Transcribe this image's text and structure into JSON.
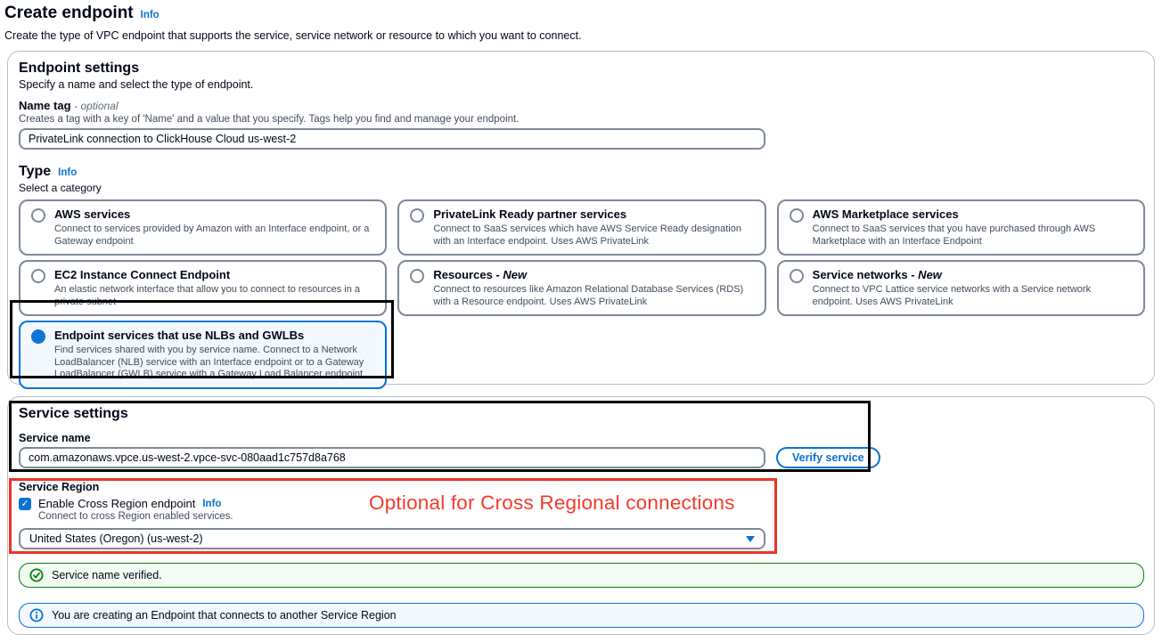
{
  "page": {
    "title": "Create endpoint",
    "info_label": "Info",
    "description": "Create the type of VPC endpoint that supports the service, service network or resource to which you want to connect."
  },
  "endpoint_settings": {
    "title": "Endpoint settings",
    "subtitle": "Specify a name and select the type of endpoint.",
    "name_tag": {
      "label": "Name tag",
      "optional_suffix": "- optional",
      "help": "Creates a tag with a key of 'Name' and a value that you specify. Tags help you find and manage your endpoint.",
      "value": "PrivateLink connection to ClickHouse Cloud us-west-2"
    },
    "type": {
      "label": "Type",
      "info_label": "Info",
      "subtitle": "Select a category",
      "options": [
        {
          "title": "AWS services",
          "description": "Connect to services provided by Amazon with an Interface endpoint, or a Gateway endpoint",
          "selected": false
        },
        {
          "title": "PrivateLink Ready partner services",
          "description": "Connect to SaaS services which have AWS Service Ready designation with an Interface endpoint. Uses AWS PrivateLink",
          "selected": false
        },
        {
          "title": "AWS Marketplace services",
          "description": "Connect to SaaS services that you have purchased through AWS Marketplace with an Interface Endpoint",
          "selected": false
        },
        {
          "title": "EC2 Instance Connect Endpoint",
          "description": "An elastic network interface that allow you to connect to resources in a private subnet",
          "selected": false
        },
        {
          "title": "Resources",
          "suffix": "- New",
          "description": "Connect to resources like Amazon Relational Database Services (RDS) with a Resource endpoint. Uses AWS PrivateLink",
          "selected": false
        },
        {
          "title": "Service networks",
          "suffix": "- New",
          "description": "Connect to VPC Lattice service networks with a Service network endpoint. Uses AWS PrivateLink",
          "selected": false
        },
        {
          "title": "Endpoint services that use NLBs and GWLBs",
          "description": "Find services shared with you by service name. Connect to a Network LoadBalancer (NLB) service with an Interface endpoint or to a Gateway LoadBalancer (GWLB) service with a Gateway Load Balancer endpoint",
          "selected": true
        }
      ]
    }
  },
  "service_settings": {
    "title": "Service settings",
    "service_name": {
      "label": "Service name",
      "value": "com.amazonaws.vpce.us-west-2.vpce-svc-080aad1c757d8a768",
      "verify_button_label": "Verify service"
    },
    "service_region": {
      "label": "Service Region",
      "checkbox_label": "Enable Cross Region endpoint",
      "info_label": "Info",
      "checkbox_checked": true,
      "help": "Connect to cross Region enabled services.",
      "selected_region": "United States (Oregon) (us-west-2)"
    },
    "alerts": {
      "success_text": "Service name verified.",
      "info_text": "You are creating an Endpoint that connects to another Service Region"
    }
  },
  "annotations": {
    "note": "Optional for Cross Regional connections"
  },
  "colors": {
    "link_blue": "#0972d3",
    "selected_tile_bg": "#f2f8fd",
    "success_green": "#037f0c",
    "annotation_red": "#ee3524",
    "annotation_black": "#000000",
    "input_border": "#7d8998"
  }
}
